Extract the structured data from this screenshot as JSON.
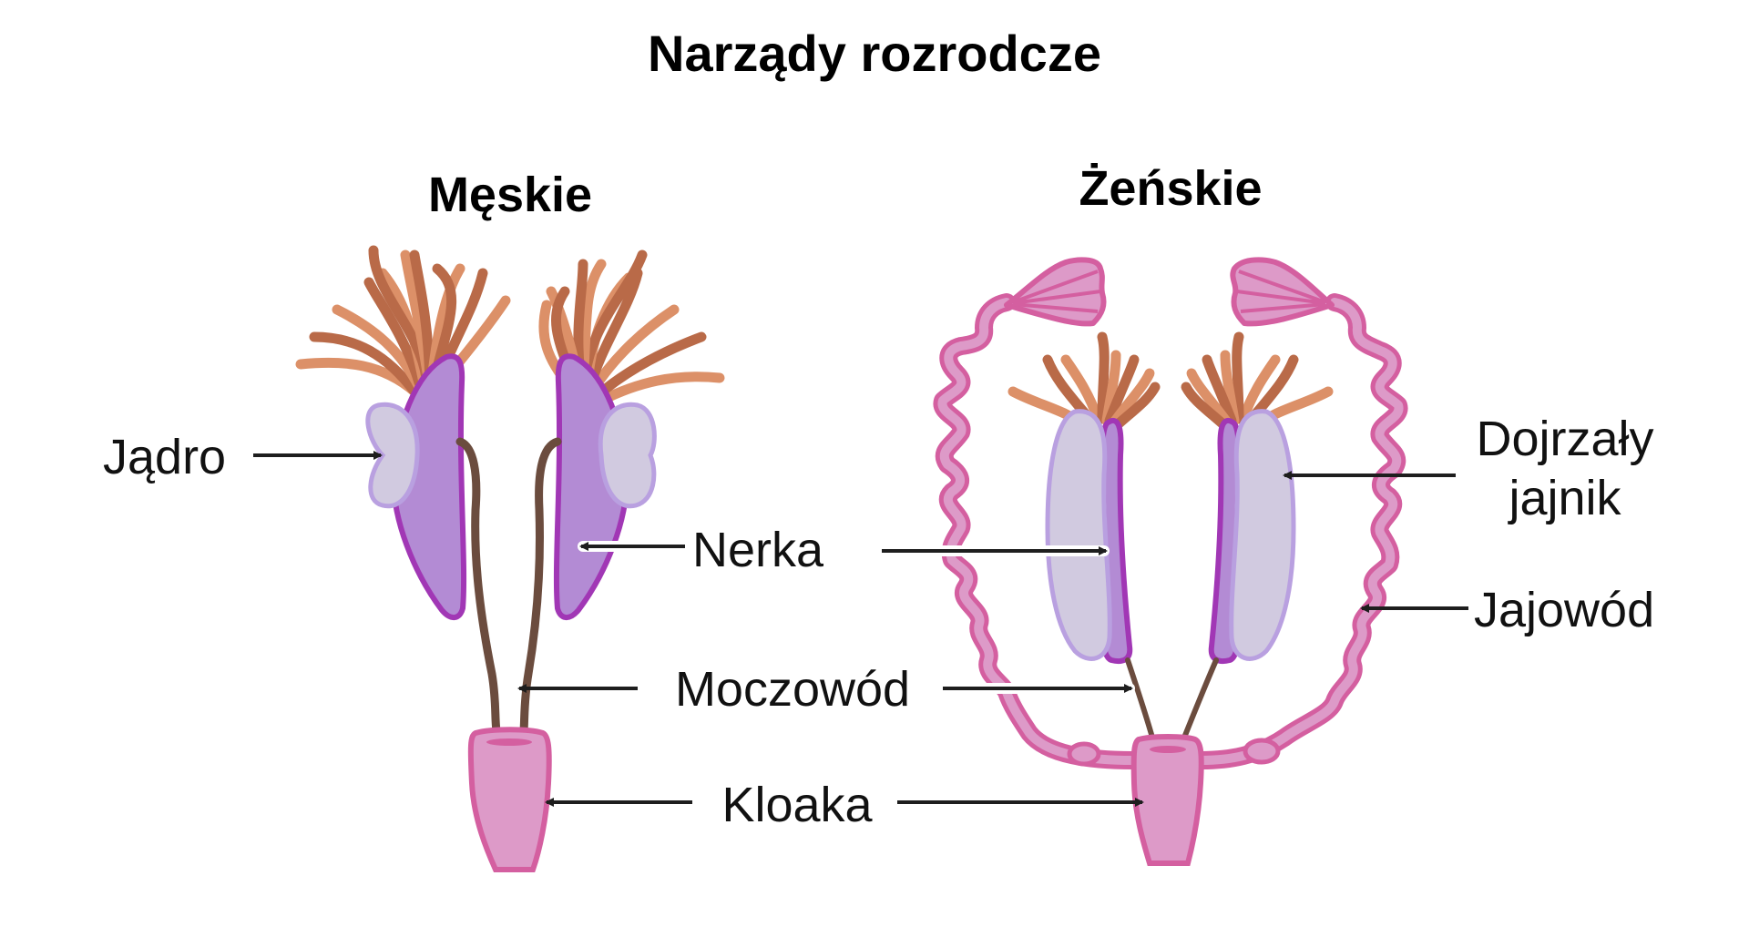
{
  "title": "Narządy rozrodcze",
  "sections": {
    "male": {
      "heading": "Męskie"
    },
    "female": {
      "heading": "Żeńskie"
    }
  },
  "labels": {
    "testis": "Jądro",
    "kidney": "Nerka",
    "ureter": "Moczowód",
    "cloaca": "Kloaka",
    "mature_ovary_line1": "Dojrzały",
    "mature_ovary_line2": "jajnik",
    "oviduct": "Jajowód"
  },
  "colors": {
    "tentacle_dark": "#b96a48",
    "tentacle_light": "#dc9068",
    "kidney_fill": "#b38bd4",
    "kidney_stroke": "#a137b5",
    "gonad_fill": "#d1cae0",
    "gonad_stroke": "#b9a0e0",
    "ureter": "#6b4c3e",
    "cloaca_fill": "#dd9ac8",
    "cloaca_stroke": "#d45fa0",
    "arrow": "#1e1e1e"
  }
}
